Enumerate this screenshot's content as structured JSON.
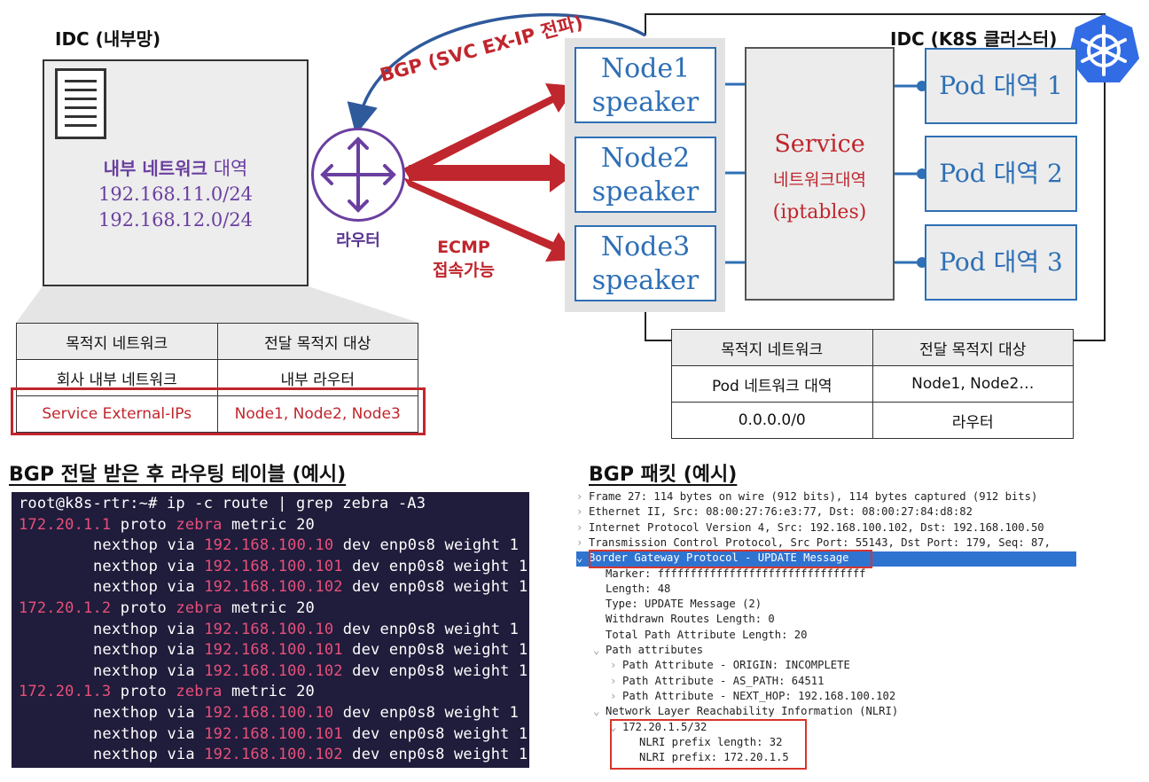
{
  "left_idc": {
    "title": "IDC (내부망)",
    "internal_network_label_bold": "내부 네트워크",
    "internal_network_label_rest": " 대역",
    "subnet1": "192.168.11.0/24",
    "subnet2": "192.168.12.0/24"
  },
  "router": {
    "label": "라우터"
  },
  "arrows": {
    "bgp_label": "BGP (SVC EX-IP 전파)",
    "ecmp_line1": "ECMP",
    "ecmp_line2": "접속가능"
  },
  "left_table": {
    "headers": [
      "목적지 네트워크",
      "전달 목적지 대상"
    ],
    "rows": [
      [
        "회사 내부 네트워크",
        "내부 라우터"
      ],
      [
        "Service External-IPs",
        "Node1, Node2, Node3"
      ]
    ]
  },
  "right_idc": {
    "title": "IDC (K8S 클러스터)",
    "nodes": [
      {
        "line1": "Node1",
        "line2": "speaker"
      },
      {
        "line1": "Node2",
        "line2": "speaker"
      },
      {
        "line1": "Node3",
        "line2": "speaker"
      }
    ],
    "service": {
      "line1": "Service",
      "line2": "네트워크대역",
      "line3": "(iptables)"
    },
    "pods": [
      "Pod 대역 1",
      "Pod 대역 2",
      "Pod 대역 3"
    ]
  },
  "right_table": {
    "headers": [
      "목적지 네트워크",
      "전달 목적지 대상"
    ],
    "rows": [
      [
        "Pod 네트워크 대역",
        "Node1, Node2…"
      ],
      [
        "0.0.0.0/0",
        "라우터"
      ]
    ]
  },
  "routing_section": {
    "title": "BGP 전달 받은 후 라우팅 테이블 (예시)",
    "prompt_line": "root@k8s-rtr:~# ip -c route | grep zebra -A3",
    "routes": [
      {
        "prefix": "172.20.1.1",
        "proto": " proto ",
        "proto_name": "zebra",
        "metric": " metric 20",
        "hops": [
          "192.168.100.10",
          "192.168.100.101",
          "192.168.100.102"
        ]
      },
      {
        "prefix": "172.20.1.2",
        "proto": " proto ",
        "proto_name": "zebra",
        "metric": " metric 20",
        "hops": [
          "192.168.100.10",
          "192.168.100.101",
          "192.168.100.102"
        ]
      },
      {
        "prefix": "172.20.1.3",
        "proto": " proto ",
        "proto_name": "zebra",
        "metric": " metric 20",
        "hops": [
          "192.168.100.10",
          "192.168.100.101",
          "192.168.100.102"
        ]
      }
    ],
    "nexthop_prefix": "nexthop via ",
    "nexthop_suffix": " dev enp0s8 weight 1"
  },
  "packet_section": {
    "title": "BGP 패킷 (예시)",
    "lines": [
      "Frame 27: 114 bytes on wire (912 bits), 114 bytes captured (912 bits)",
      "Ethernet II, Src: 08:00:27:76:e3:77, Dst: 08:00:27:84:d8:82",
      "Internet Protocol Version 4, Src: 192.168.100.102, Dst: 192.168.100.50",
      "Transmission Control Protocol, Src Port: 55143, Dst Port: 179, Seq: 87,",
      "Border Gateway Protocol - UPDATE Message",
      "Marker: ffffffffffffffffffffffffffffffff",
      "Length: 48",
      "Type: UPDATE Message (2)",
      "Withdrawn Routes Length: 0",
      "Total Path Attribute Length: 20",
      "Path attributes",
      "Path Attribute - ORIGIN: INCOMPLETE",
      "Path Attribute - AS_PATH: 64511",
      "Path Attribute - NEXT_HOP: 192.168.100.102",
      "Network Layer Reachability Information (NLRI)",
      "172.20.1.5/32",
      "NLRI prefix length: 32",
      "NLRI prefix: 172.20.1.5"
    ]
  },
  "colors": {
    "accent_red": "#c0262d",
    "node_blue": "#2e6fb5",
    "router_purple": "#6a3fa0",
    "terminal_bg": "#201c3b",
    "k8s_blue": "#326ce5"
  }
}
